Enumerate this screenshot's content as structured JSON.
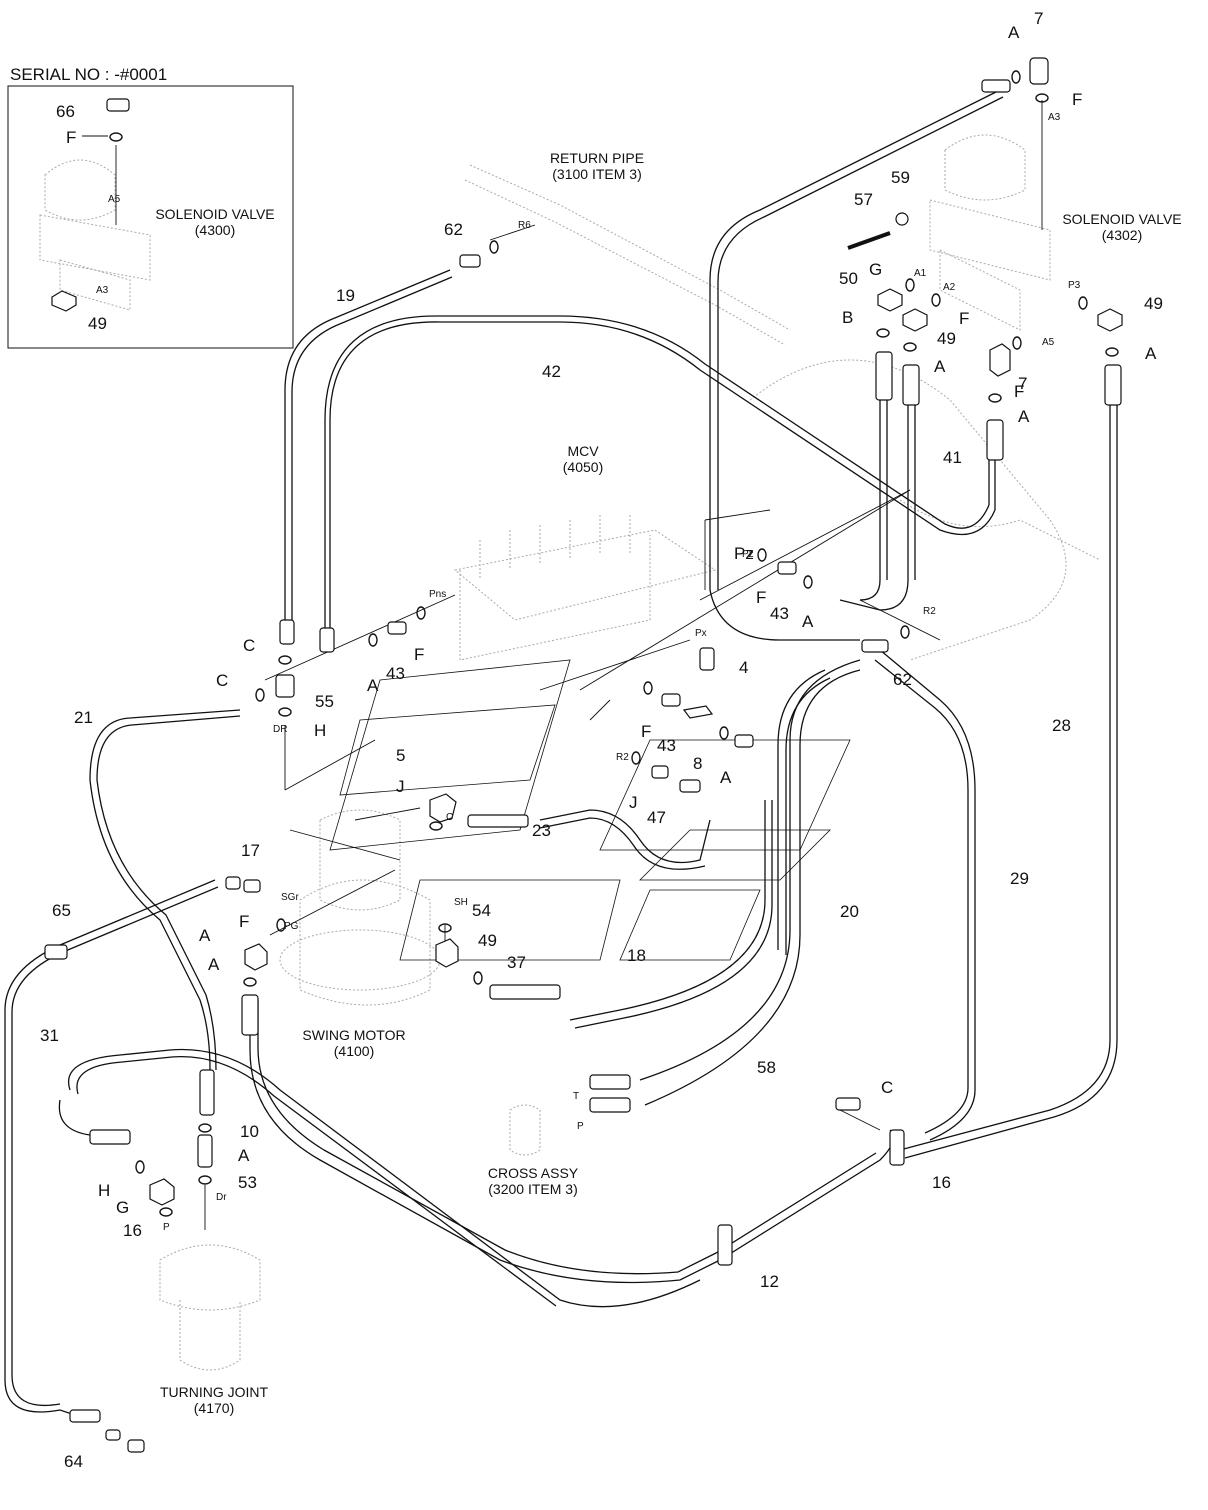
{
  "serial": "SERIAL NO : -#0001",
  "components": {
    "solenoid_4300": [
      "SOLENOID VALVE",
      "(4300)"
    ],
    "return_pipe": [
      "RETURN PIPE",
      "(3100 ITEM 3)"
    ],
    "solenoid_4302": [
      "SOLENOID VALVE",
      "(4302)"
    ],
    "mcv": [
      "MCV",
      "(4050)"
    ],
    "swing_motor": [
      "SWING MOTOR",
      "(4100)"
    ],
    "cross_assy": [
      "CROSS ASSY",
      "(3200 ITEM 3)"
    ],
    "turning_joint": [
      "TURNING JOINT",
      "(4170)"
    ]
  },
  "port_labels": [
    "A5",
    "A3",
    "A3",
    "R6",
    "A1",
    "A2",
    "P3",
    "A5",
    "Pns",
    "Pz",
    "Px",
    "R2",
    "R2",
    "DR",
    "Dr",
    "SGr",
    "PG",
    "SH",
    "T",
    "P",
    "P",
    "C"
  ],
  "callouts": [
    "66",
    "F",
    "49",
    "A",
    "7",
    "F",
    "19",
    "62",
    "57",
    "59",
    "G",
    "50",
    "F",
    "B",
    "49",
    "A",
    "F",
    "49",
    "A",
    "7",
    "42",
    "A",
    "41",
    "F",
    "43",
    "A",
    "Pz",
    "4",
    "62",
    "C",
    "43",
    "F",
    "A",
    "C",
    "55",
    "H",
    "21",
    "F",
    "43",
    "8",
    "5",
    "J",
    "A",
    "J",
    "47",
    "23",
    "28",
    "29",
    "20",
    "17",
    "65",
    "F",
    "54",
    "49",
    "A",
    "A",
    "37",
    "18",
    "31",
    "58",
    "C",
    "10",
    "A",
    "H",
    "53",
    "G",
    "16",
    "16",
    "12",
    "64"
  ]
}
